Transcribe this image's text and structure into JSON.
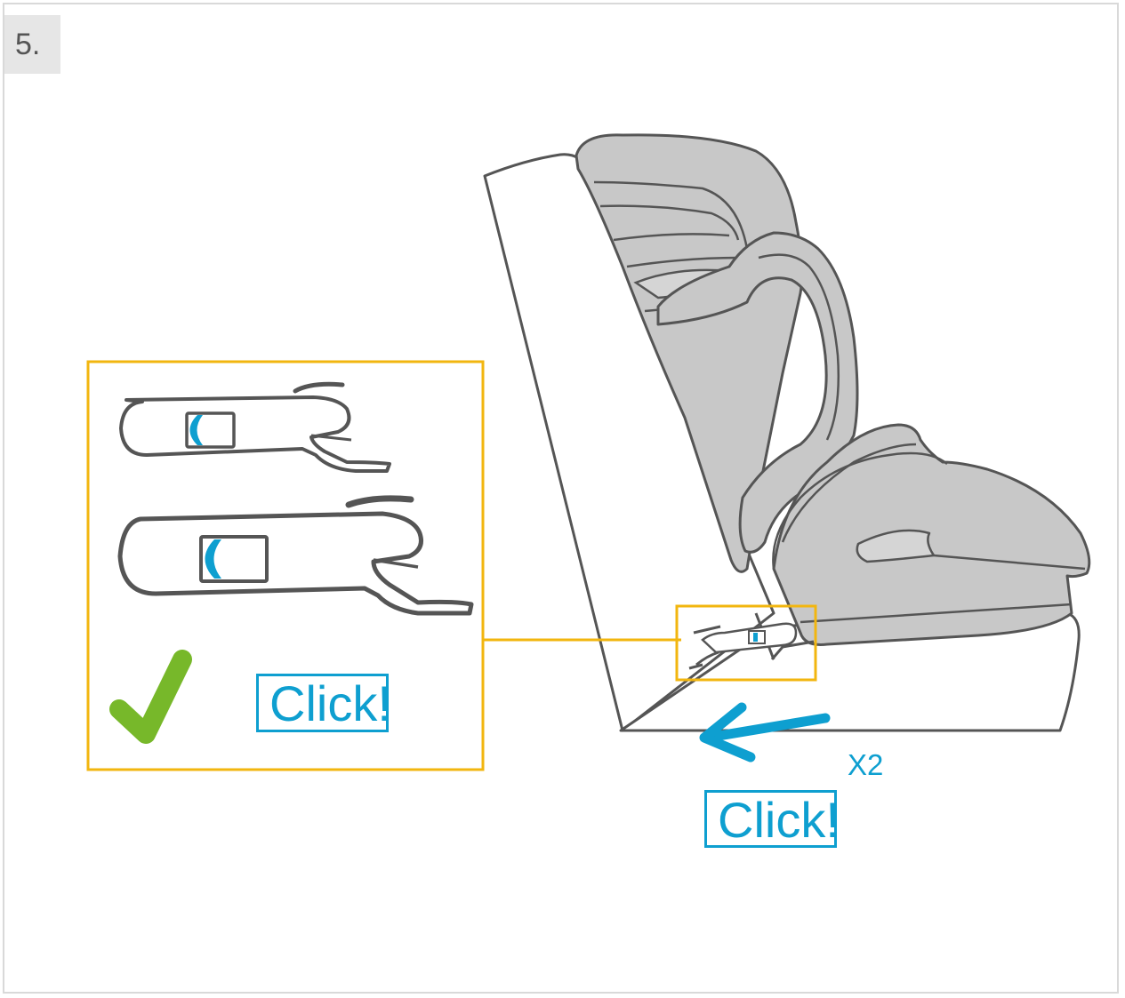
{
  "step": {
    "number": "5."
  },
  "inset": {
    "click_label": "Click!"
  },
  "main": {
    "click_label": "Click!",
    "multiplier": "X2"
  },
  "colors": {
    "frame": "#d9d9d9",
    "highlight_box": "#f2b60f",
    "accent_blue": "#0e9fd0",
    "check_green": "#77b82a",
    "seat_fill": "#c8c8c8",
    "outline": "#555555"
  },
  "icons": [
    "checkmark-icon",
    "arrow-left-icon",
    "isofix-connector-icon",
    "car-seat-illustration"
  ]
}
